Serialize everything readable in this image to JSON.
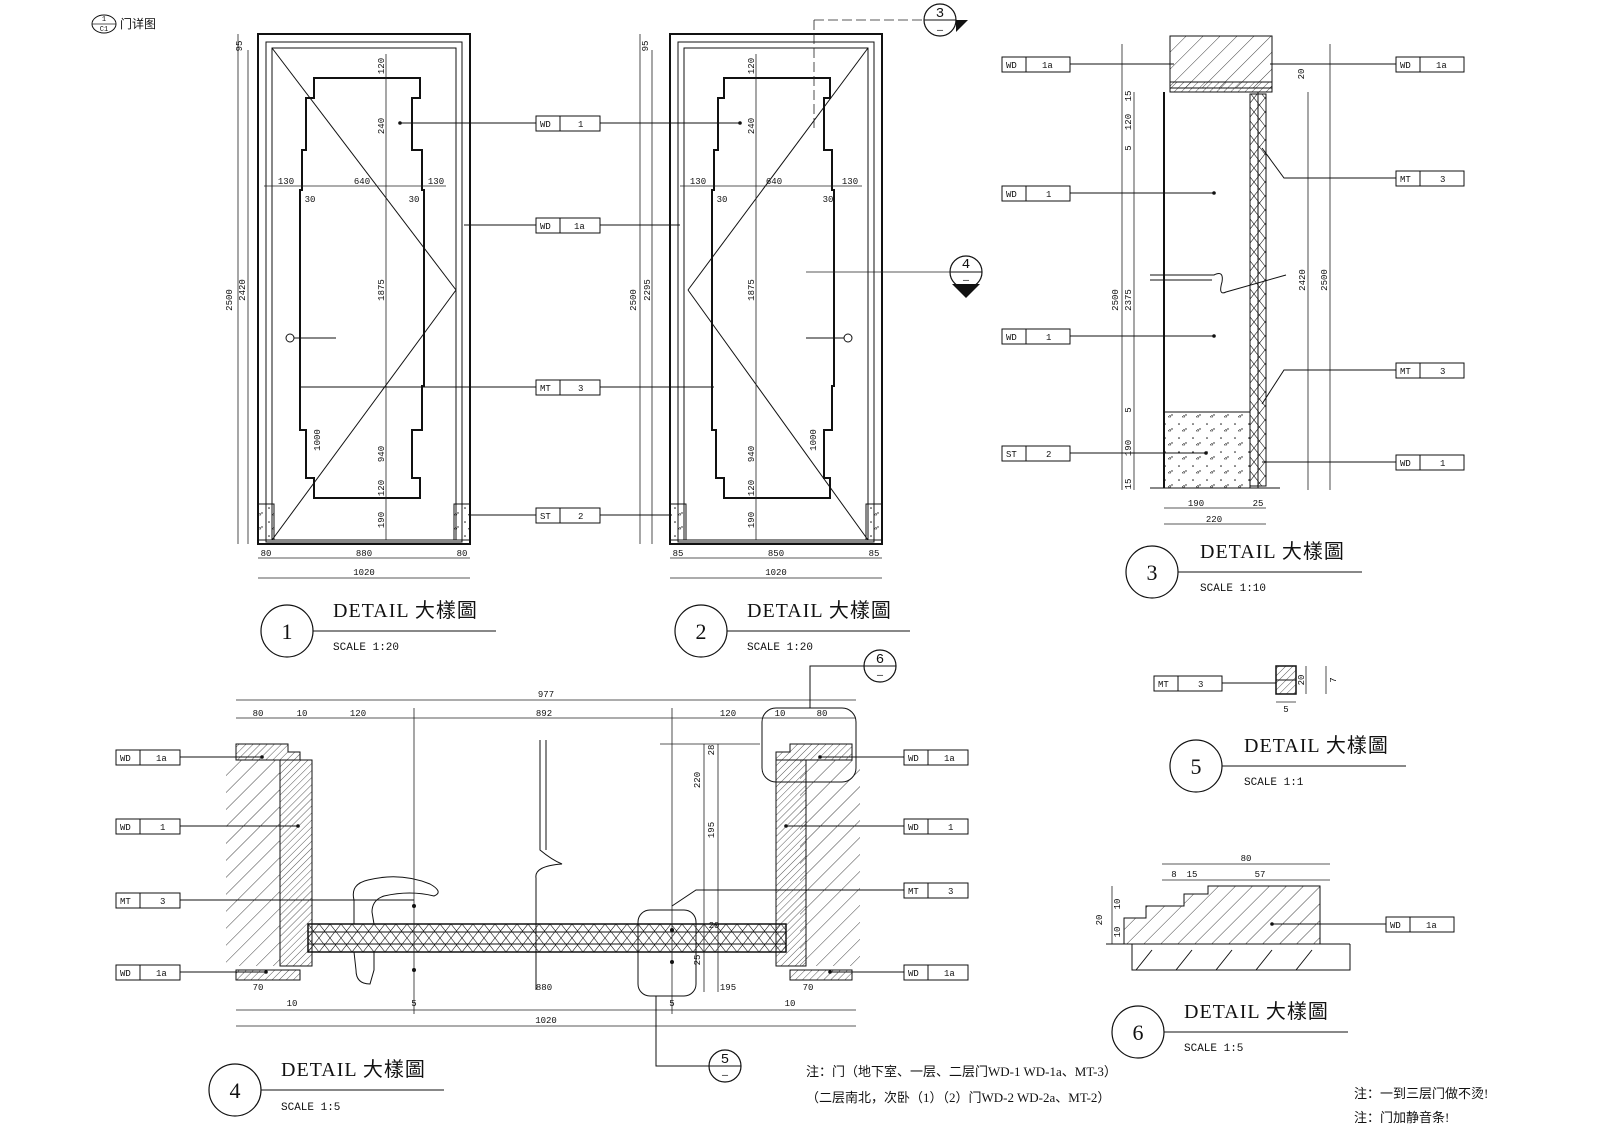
{
  "header": {
    "label": "门详图",
    "bubble_top": "1",
    "bubble_bottom": "C1"
  },
  "details": [
    {
      "id": "d1",
      "number": "1",
      "title": "DETAIL 大樣圖",
      "scale": "SCALE   1:20"
    },
    {
      "id": "d2",
      "number": "2",
      "title": "DETAIL 大樣圖",
      "scale": "SCALE   1:20"
    },
    {
      "id": "d3",
      "number": "3",
      "title": "DETAIL 大樣圖",
      "scale": "SCALE   1:10"
    },
    {
      "id": "d4",
      "number": "4",
      "title": "DETAIL 大樣圖",
      "scale": "SCALE   1:5"
    },
    {
      "id": "d5",
      "number": "5",
      "title": "DETAIL 大樣圖",
      "scale": "SCALE   1:1"
    },
    {
      "id": "d6",
      "number": "6",
      "title": "DETAIL 大樣圖",
      "scale": "SCALE   1:5"
    }
  ],
  "section_markers": [
    {
      "id": "m3",
      "top": "3",
      "bottom": "—"
    },
    {
      "id": "m4",
      "top": "4",
      "bottom": "—"
    },
    {
      "id": "m5",
      "top": "5",
      "bottom": "—"
    },
    {
      "id": "m6",
      "top": "6",
      "bottom": "—"
    }
  ],
  "material_tags": {
    "wd": "WD",
    "mt": "MT",
    "st": "ST",
    "code_1": "1",
    "code_1a": "1a",
    "code_2": "2",
    "code_3": "3"
  },
  "dimensions": {
    "d1": {
      "total_h": "2500",
      "inner_h": "2420",
      "panel_h": "1875",
      "w_total": "1020",
      "w_inner": "880",
      "side": "80",
      "top_offsets": [
        "95",
        "120",
        "240"
      ],
      "mid": [
        "130",
        "640",
        "130"
      ],
      "small": "30",
      "bottom": [
        "1000",
        "940",
        "120",
        "190"
      ]
    },
    "d2": {
      "total_h": "2500",
      "inner_h": "2295",
      "panel_h": "1875",
      "w_total": "1020",
      "w_inner": "850",
      "side": "85",
      "top_offsets": [
        "95",
        "120",
        "240"
      ],
      "mid": [
        "130",
        "640",
        "130"
      ],
      "small": "30",
      "bottom": [
        "1000",
        "940",
        "120",
        "190"
      ]
    },
    "d3": {
      "total_h": "2500",
      "inner_h": "2420",
      "mid": "2375",
      "right_h1": "2420",
      "right_h2": "2500",
      "top": [
        "20",
        "15",
        "120",
        "5"
      ],
      "bottom": [
        "5",
        "190",
        "15"
      ],
      "w1": "190",
      "w2": "25",
      "w_total": "220"
    },
    "d4": {
      "total": "977",
      "parts": [
        "80",
        "10",
        "120",
        "892",
        "120",
        "10",
        "80"
      ],
      "right_v": [
        "28",
        "195",
        "220"
      ],
      "bottom_parts": [
        "70",
        "10",
        "5",
        "880",
        "5",
        "10",
        "70"
      ],
      "bottom_total": "1020",
      "mid": "195",
      "small": [
        "20",
        "25"
      ]
    },
    "d5": {
      "w": "5",
      "h1": "20",
      "h2": "7"
    },
    "d6": {
      "total": "80",
      "parts": [
        "8",
        "15",
        "57"
      ],
      "heights": [
        "20",
        "10",
        "10"
      ]
    }
  },
  "notes": {
    "main_line1": "注：门（地下室、一层、二层门WD-1 WD-1a、MT-3）",
    "main_line2": "（二层南北，次卧（1）（2）门WD-2 WD-2a、MT-2）",
    "side_line1": "注：一到三层门做不烫!",
    "side_line2": "注：门加静音条!"
  }
}
